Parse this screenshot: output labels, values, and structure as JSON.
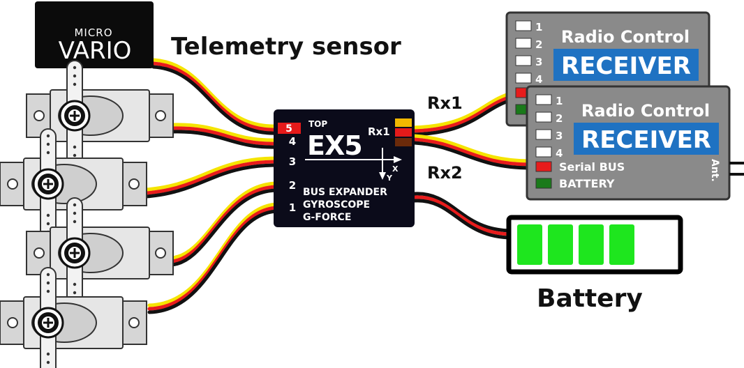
{
  "sensor": {
    "brand_top": "MICRO",
    "brand_bottom": "VARIO",
    "caption": "Telemetry sensor"
  },
  "ex5": {
    "top_label": "TOP",
    "model": "EX5",
    "rx1_port": "Rx1",
    "axis_x": "X",
    "axis_y": "Y",
    "ports": [
      "5",
      "4",
      "3",
      "2",
      "1"
    ],
    "features": [
      "BUS EXPANDER",
      "GYROSCOPE",
      "G-FORCE"
    ]
  },
  "wire_labels": {
    "rx1": "Rx1",
    "rx2": "Rx2"
  },
  "receiver_back": {
    "title": "Radio Control",
    "badge": "RECEIVER",
    "channels": [
      "1",
      "2",
      "3",
      "4"
    ]
  },
  "receiver_front": {
    "title": "Radio Control",
    "badge": "RECEIVER",
    "channels": [
      "1",
      "2",
      "3",
      "4"
    ],
    "serial_label": "Serial BUS",
    "battery_label": "BATTERY",
    "antenna_label": "Ant."
  },
  "battery": {
    "caption": "Battery",
    "filled_cells": 4,
    "total_cells": 5
  },
  "colors": {
    "wire_signal": "#f5e400",
    "wire_plus": "#e81c1c",
    "wire_minus": "#111111",
    "receiver_body": "#8a8a8a",
    "receiver_badge": "#1f72c2",
    "battery_cell": "#1ee61e",
    "ex5_body": "#0b0b1a",
    "port_highlight": "#e51a1a"
  }
}
